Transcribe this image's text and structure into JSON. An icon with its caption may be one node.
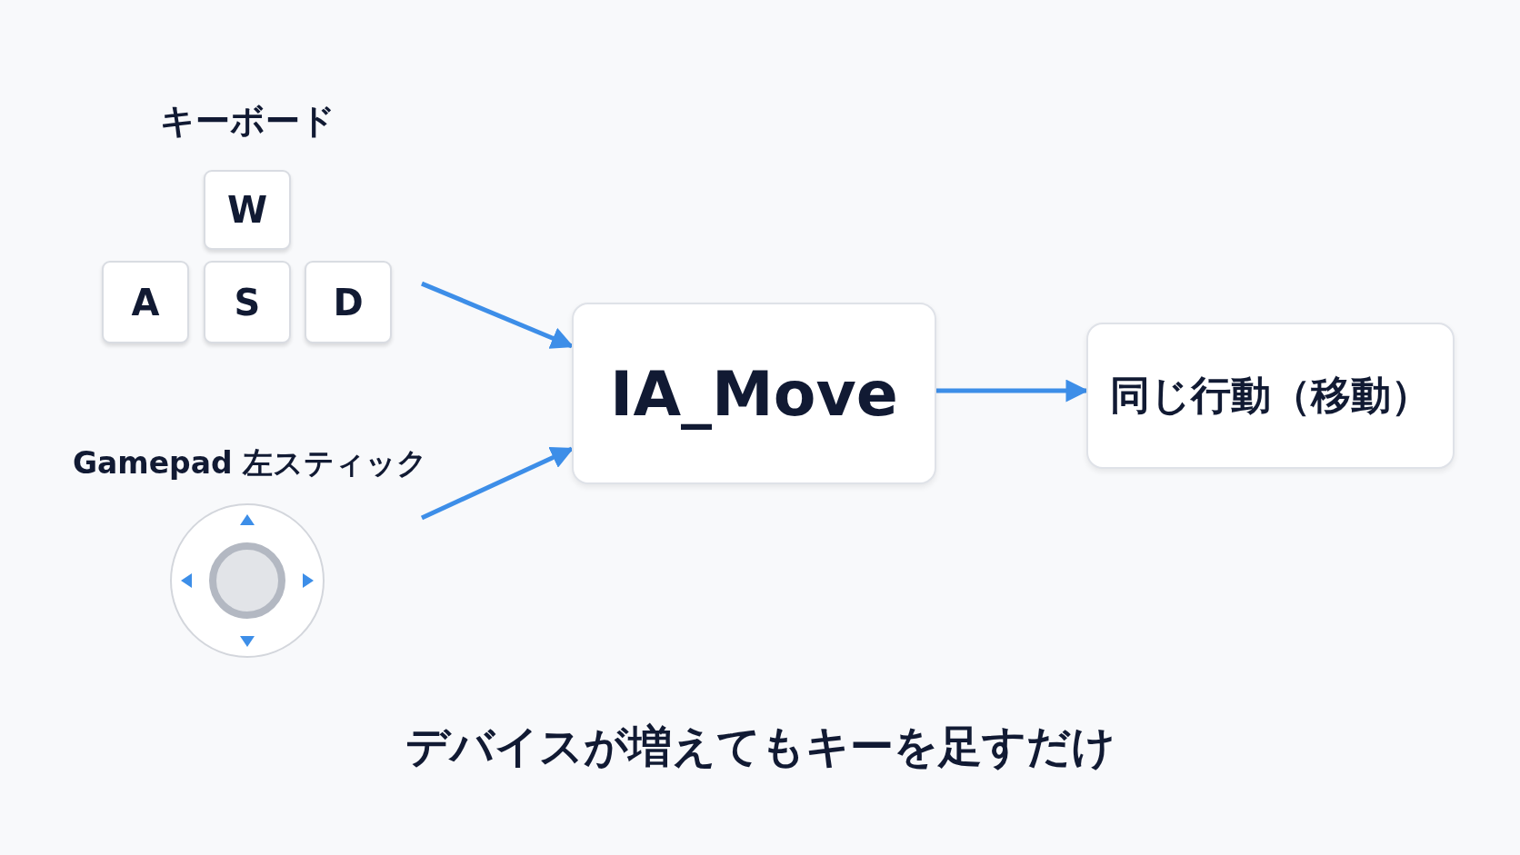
{
  "diagram": {
    "caption": "デバイスが増えてもキーを足すだけ",
    "nodes": [
      {
        "text": [
          "キーボード"
        ]
      },
      {
        "text": [
          "W"
        ],
        "in": 0
      },
      {
        "text": [
          "A"
        ],
        "in": 0
      },
      {
        "text": [
          "S"
        ],
        "in": 0
      },
      {
        "text": [
          "D"
        ],
        "in": 0
      },
      {
        "text": [
          "Gamepad 左スティック"
        ]
      },
      {
        "text": [],
        "shape": "picture",
        "in": 5
      },
      {
        "text": [
          "IA_Move"
        ]
      },
      {
        "text": [
          "同じ行動（移動）"
        ]
      }
    ],
    "edges": [
      {
        "from": 0,
        "to": 7,
        "arrow": "to"
      },
      {
        "from": 5,
        "to": 7,
        "arrow": "to"
      },
      {
        "from": 7,
        "to": 8,
        "arrow": "to"
      }
    ]
  }
}
